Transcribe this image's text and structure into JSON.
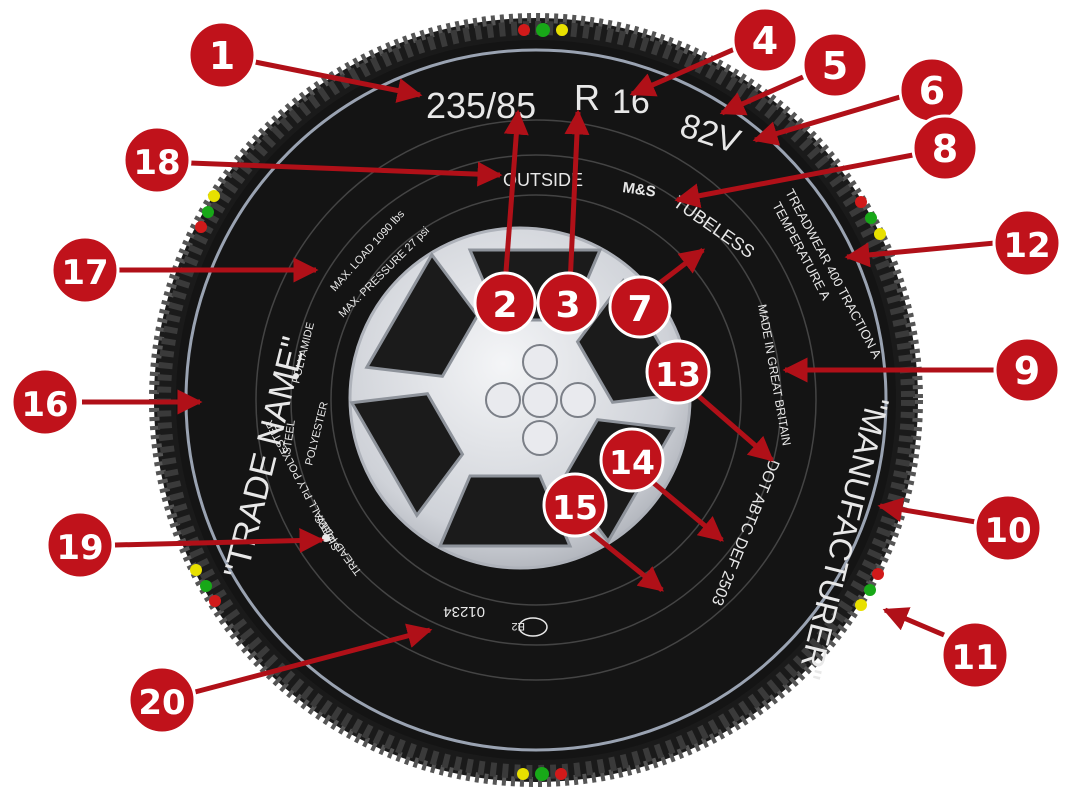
{
  "tire": {
    "size": "235/85",
    "construction": "R",
    "rim": "16",
    "service": "82V",
    "outside": "OUTSIDE",
    "ms": "M&S",
    "tubeless": "TUBELESS",
    "treadwear": "TREADWEAR 400 TRACTION A",
    "temperature": "TEMPERATURE A",
    "made_in": "MADE IN GREAT BRITAIN",
    "dot": "DOT ABTC DEF 2503",
    "manufacturer": "\"MANUFACTURER\"",
    "trade_name": "\"TRADE NAME\"",
    "max_load": "MAX. LOAD 1090 lbs",
    "max_pressure": "MAX. PRESSURE 27 psi",
    "plies_1": "POLYAMIDE",
    "plies_2": "STEEL",
    "plies_3": "POLYESTER",
    "plies_4": "TREAD PLIES",
    "plies_5": "SIDEWALL PLY POLYESTER",
    "approval_mark": "E2",
    "approval_number": "01234"
  },
  "callouts": [
    "1",
    "2",
    "3",
    "4",
    "5",
    "6",
    "7",
    "8",
    "9",
    "10",
    "11",
    "12",
    "13",
    "14",
    "15",
    "16",
    "17",
    "18",
    "19",
    "20"
  ],
  "colors": {
    "callout_red": "#c0121b",
    "arrow_red": "#b01018",
    "tire_black": "#161616",
    "wheel_silver": "#d9dbe0",
    "indicator_red": "#d11a1a",
    "indicator_green": "#18a818",
    "indicator_yellow": "#e8e000"
  }
}
